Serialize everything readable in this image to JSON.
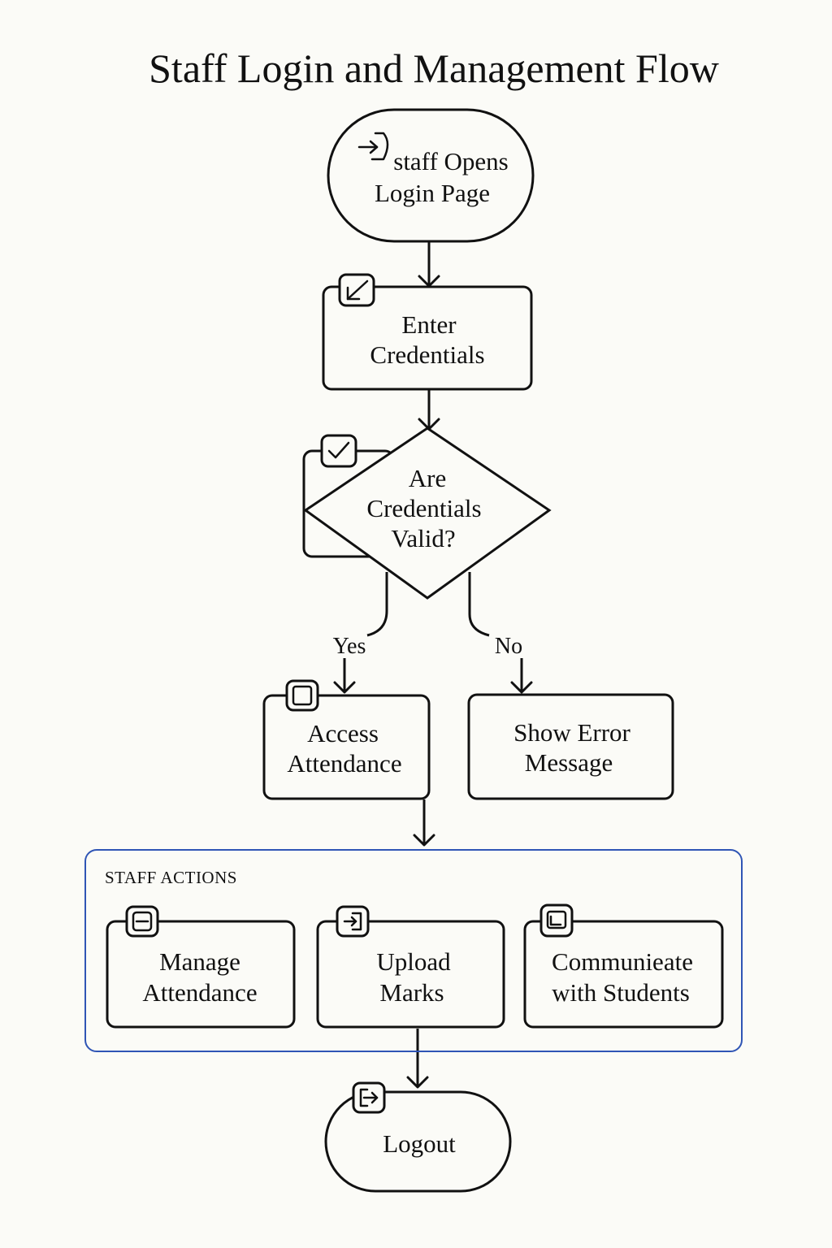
{
  "title": "Staff Login and Management Flow",
  "nodes": {
    "start": {
      "line1": "staff Opens",
      "line2": "Login Page",
      "icon": "login-icon"
    },
    "enter_credentials": {
      "line1": "Enter",
      "line2": "Credentials",
      "icon": "arrow-down-left-icon"
    },
    "decision": {
      "line1": "Are",
      "line2": "Credentials",
      "line3": "Valid?",
      "icon": "check-icon"
    },
    "access_attendance": {
      "line1": "Access",
      "line2": "Attendance",
      "icon": "square-icon"
    },
    "show_error": {
      "line1": "Show Error",
      "line2": "Message"
    },
    "manage_attendance": {
      "line1": "Manage",
      "line2": "Attendance",
      "icon": "minus-box-icon"
    },
    "upload_marks": {
      "line1": "Upload",
      "line2": "Marks",
      "icon": "upload-icon"
    },
    "communicate": {
      "line1": "Communieate",
      "line2": "with Students",
      "icon": "screen-icon"
    },
    "logout": {
      "line1": "Logout",
      "icon": "logout-icon"
    }
  },
  "edges": {
    "yes": "Yes",
    "no": "No"
  },
  "group": {
    "label": "STAFF ACTIONS",
    "border_color": "#2f55b5"
  }
}
